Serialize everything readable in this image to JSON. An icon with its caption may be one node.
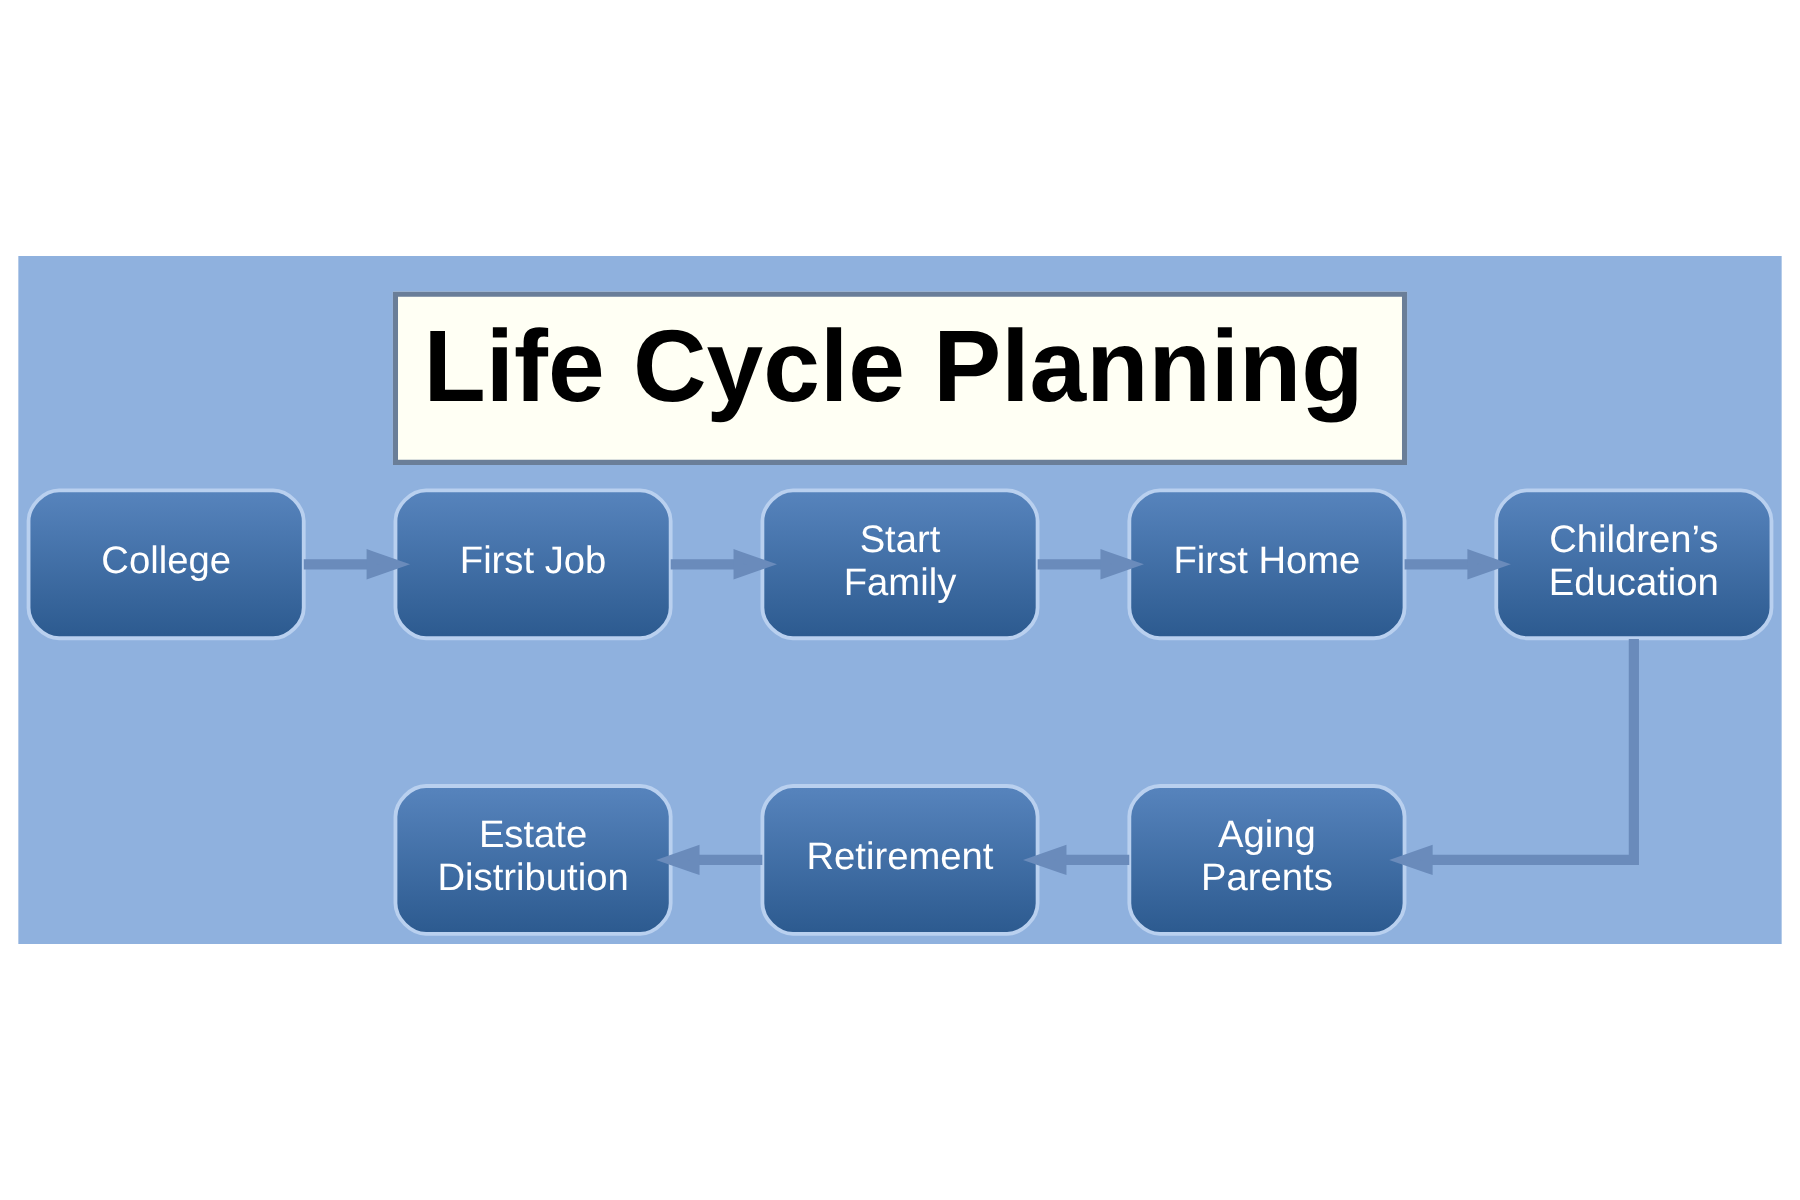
{
  "diagram": {
    "title": "Life Cycle Planning",
    "nodes": [
      {
        "text": [
          "College"
        ]
      },
      {
        "text": [
          "First Job"
        ]
      },
      {
        "text": [
          "Start Family"
        ]
      },
      {
        "text": [
          "First Home"
        ]
      },
      {
        "text": [
          "Children’s Education"
        ]
      },
      {
        "text": [
          "Aging Parents"
        ]
      },
      {
        "text": [
          "Retirement"
        ]
      },
      {
        "text": [
          "Estate Distribution"
        ]
      }
    ],
    "edges": [
      {
        "from": 0,
        "to": 1,
        "arrow": "to"
      },
      {
        "from": 1,
        "to": 2,
        "arrow": "to"
      },
      {
        "from": 2,
        "to": 3,
        "arrow": "to"
      },
      {
        "from": 3,
        "to": 4,
        "arrow": "to"
      },
      {
        "from": 4,
        "to": 5,
        "arrow": "to"
      },
      {
        "from": 5,
        "to": 6,
        "arrow": "to"
      },
      {
        "from": 6,
        "to": 7,
        "arrow": "to"
      }
    ]
  }
}
